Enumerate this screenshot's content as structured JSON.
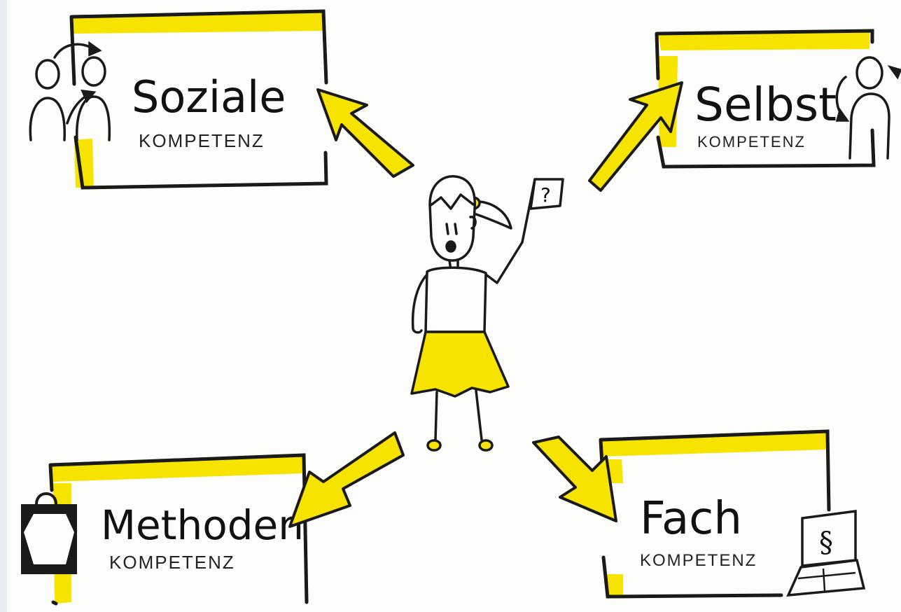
{
  "boxes": {
    "soziale": {
      "title": "Soziale",
      "subtitle": "KOMPETENZ"
    },
    "selbst": {
      "title": "Selbst",
      "subtitle": "KOMPETENZ"
    },
    "methoden": {
      "title": "Methoden",
      "subtitle": "KOMPETENZ"
    },
    "fach": {
      "title": "Fach",
      "subtitle": "KOMPETENZ"
    }
  },
  "flag": {
    "text": "?"
  },
  "laptop": {
    "text": "§"
  },
  "colors": {
    "accent": "#f7e300",
    "ink": "#1a1a1a",
    "paper": "#fdfdfb",
    "frame": "#e9edf2"
  }
}
